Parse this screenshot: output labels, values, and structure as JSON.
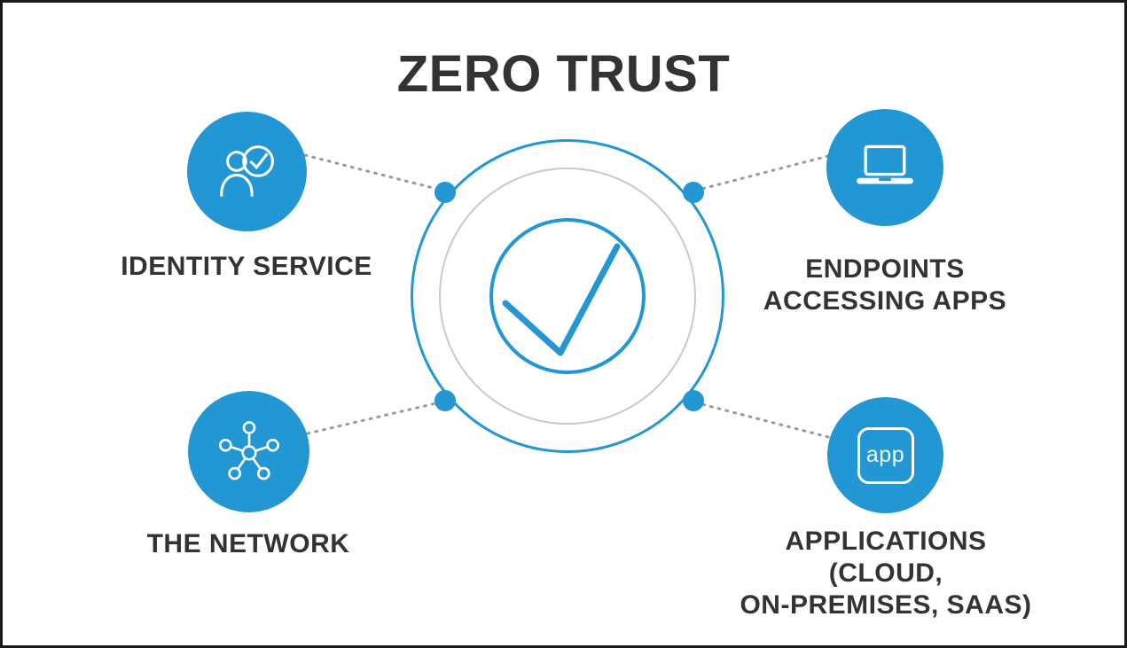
{
  "title": "ZERO TRUST",
  "colors": {
    "accent_blue": "#2397d3",
    "ring_gray": "#c9c9c9",
    "text_dark": "#333333",
    "connector_gray": "#9b9b9b",
    "border_dark": "#1a1a1a",
    "background": "#ffffff"
  },
  "center": {
    "icon": "checkmark-icon"
  },
  "nodes": [
    {
      "id": "identity-service",
      "icon": "user-verified-icon",
      "label": "IDENTITY SERVICE"
    },
    {
      "id": "endpoints",
      "icon": "laptop-icon",
      "label": "ENDPOINTS\nACCESSING APPS"
    },
    {
      "id": "network",
      "icon": "network-hub-icon",
      "label": "THE NETWORK"
    },
    {
      "id": "applications",
      "icon": "app-badge-icon",
      "icon_text": "app",
      "label": "APPLICATIONS (CLOUD,\nON-PREMISES, SAAS)"
    }
  ]
}
